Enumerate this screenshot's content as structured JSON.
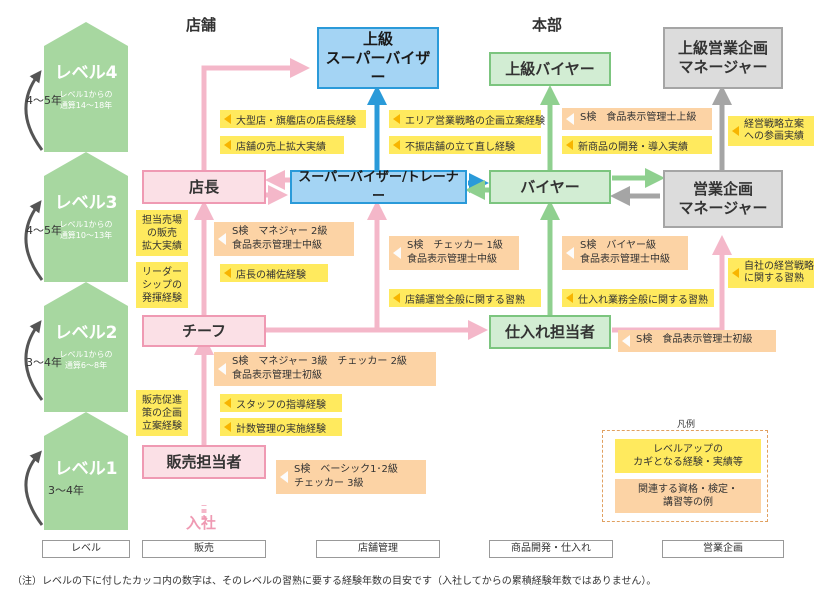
{
  "headers": {
    "store": "店舗",
    "hq": "本部"
  },
  "levels": [
    {
      "title": "レベル4",
      "sub": "レベル1からの\n通算14～18年",
      "years": "4～5年"
    },
    {
      "title": "レベル3",
      "sub": "レベル1からの\n通算10～13年",
      "years": "4～5年"
    },
    {
      "title": "レベル2",
      "sub": "レベル1からの\n通算6～8年",
      "years": "3～4年"
    },
    {
      "title": "レベル1",
      "sub": "",
      "years": "3～4年"
    }
  ],
  "roles": {
    "sales_staff": "販売担当者",
    "chief": "チーフ",
    "store_manager": "店長",
    "senior_supervisor_1": "上級",
    "senior_supervisor_2": "スーパーバイザー",
    "supervisor_trainer": "スーパーバイザー/トレーナー",
    "senior_buyer": "上級バイヤー",
    "buyer": "バイヤー",
    "purchasing": "仕入れ担当者",
    "senior_planning_1": "上級営業企画",
    "senior_planning_2": "マネージャー",
    "planning_1": "営業企画",
    "planning_2": "マネージャー",
    "entry": "入社"
  },
  "experiences": {
    "flagship": "大型店・旗艦店の店長経験",
    "store_sales": "店舗の売上拡大実績",
    "area_strategy": "エリア営業戦略の企画立案経験",
    "rebuild": "不振店舗の立て直し経験",
    "new_product": "新商品の開発・導入実績",
    "strategy_planning": "経営戦略立案\nへの参画実績",
    "sales_floor": "担当売場\nの販売\n拡大実績",
    "leadership": "リーダー\nシップの\n発揮経験",
    "assist_manager": "店長の補佐経験",
    "store_ops": "店舗運営全般に関する習熟",
    "purchasing_ops": "仕入れ業務全般に関する習熟",
    "mgmt_strategy": "自社の経営戦略\nに関する習熟",
    "staff_guidance": "スタッフの指導経験",
    "numbers_mgmt": "計数管理の実施経験",
    "promo_planning": "販売促進\n策の企画\n立案経験"
  },
  "qualifications": {
    "senior_food_label": "S検　食品表示管理士上級",
    "mgr2": "S検　マネジャー 2級\n食品表示管理士中級",
    "checker1": "S検　チェッカー 1級\n食品表示管理士中級",
    "buyer": "S検　バイヤー級\n食品表示管理士中級",
    "beginner_food_label": "S検　食品表示管理士初級",
    "mgr3": "S検　マネジャー 3級　チェッカー 2級\n食品表示管理士初級",
    "basic": "S検　ベーシック1･2級\nチェッカー 3級"
  },
  "legend": {
    "title": "凡例",
    "key_experience": "レベルアップの\nカギとなる経験・実績等",
    "related_qual": "関連する資格・検定・\n講習等の例"
  },
  "categories": [
    "レベル",
    "販売",
    "店舗管理",
    "商品開発・仕入れ",
    "営業企画"
  ],
  "footnote": "（注）レベルの下に付したカッコ内の数字は、そのレベルの習熟に要する経験年数の目安です（入社してからの累積経験年数ではありません）。",
  "colors": {
    "level_green": "#a7d7a0",
    "pink_arrow": "#f4b7c9",
    "blue_arrow": "#2a9ad9",
    "green_arrow": "#8fd08f",
    "gray_arrow": "#a5a5a5",
    "yellow": "#ffea5e",
    "orange": "#fcd3a5"
  }
}
